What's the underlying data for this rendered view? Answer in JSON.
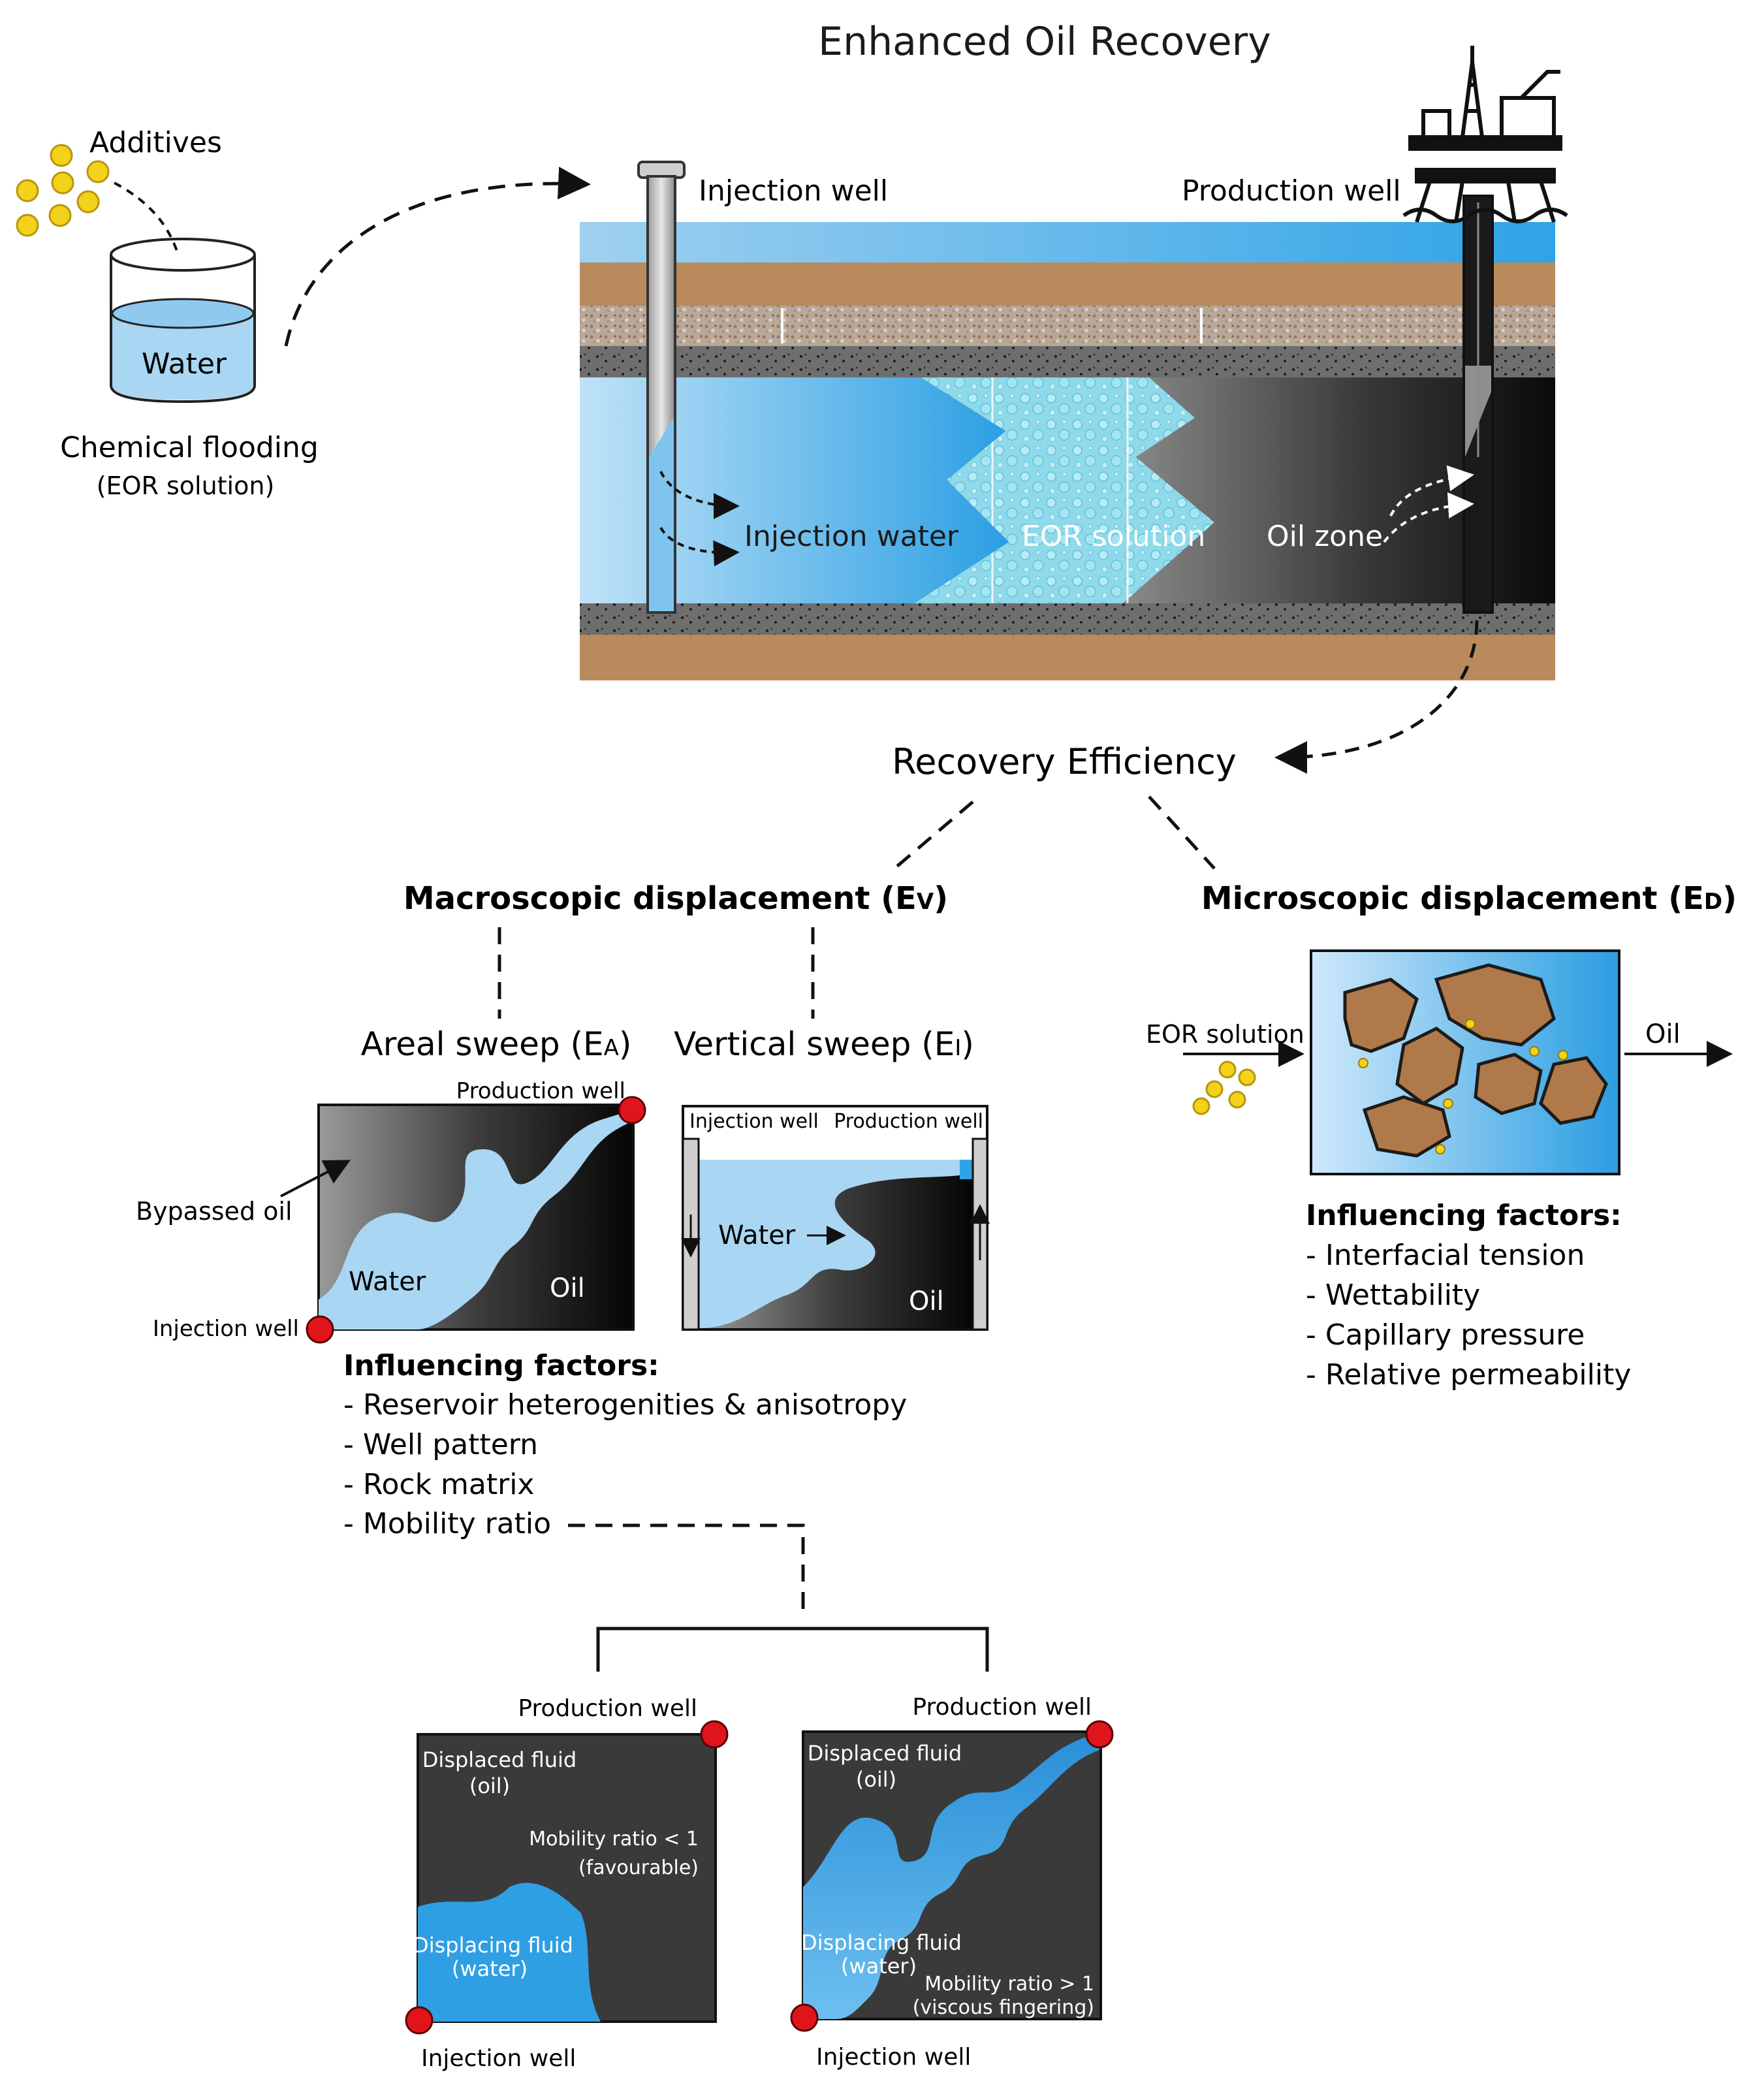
{
  "title": "Enhanced Oil Recovery",
  "top": {
    "additives": "Additives",
    "water": "Water",
    "chemical_flooding": "Chemical flooding",
    "eor_solution_paren": "(EOR solution)",
    "injection_well": "Injection well",
    "production_well": "Production well",
    "injection_water": "Injection water",
    "eor_solution": "EOR solution",
    "oil_zone": "Oil zone"
  },
  "recovery_efficiency": "Recovery Efficiency",
  "macro": {
    "title_main": "Macroscopic displacement (E",
    "title_sub": "V",
    "title_close": ")",
    "areal_main": "Areal sweep (E",
    "areal_sub": "A",
    "areal_close": ")",
    "vertical_main": "Vertical sweep (E",
    "vertical_sub": "I",
    "vertical_close": ")",
    "areal_panel": {
      "production_well": "Production well",
      "injection_well": "Injection well",
      "bypassed_oil": "Bypassed oil",
      "water": "Water",
      "oil": "Oil"
    },
    "vertical_panel": {
      "injection_well": "Injection well",
      "production_well": "Production well",
      "water": "Water",
      "oil": "Oil"
    },
    "factors_title": "Influencing factors:",
    "factors": [
      "- Reservoir heterogenities & anisotropy",
      "- Well pattern",
      "- Rock matrix",
      "- Mobility ratio"
    ]
  },
  "micro": {
    "title_main": "Microscopic displacement (E",
    "title_sub": "D",
    "title_close": ")",
    "eor_solution": "EOR solution",
    "oil": "Oil",
    "factors_title": "Influencing factors:",
    "factors": [
      "- Interfacial tension",
      "- Wettability",
      "- Capillary pressure",
      "- Relative permeability"
    ]
  },
  "mobility": {
    "left": {
      "production_well": "Production well",
      "injection_well": "Injection well",
      "displaced_1": "Displaced fluid",
      "displaced_2": "(oil)",
      "ratio_1": "Mobility ratio < 1",
      "ratio_2": "(favourable)",
      "displacing_1": "Displacing fluid",
      "displacing_2": "(water)"
    },
    "right": {
      "production_well": "Production well",
      "injection_well": "Injection well",
      "displaced_1": "Displaced fluid",
      "displaced_2": "(oil)",
      "ratio_1": "Mobility ratio > 1",
      "ratio_2": "(viscous fingering)",
      "displacing_1": "Displacing fluid",
      "displacing_2": "(water)"
    }
  },
  "colors": {
    "water_light": "#a9d6f2",
    "water_blue": "#2a9be0",
    "eor_cyan": "#7fd3e6",
    "oil_dark": "#151515",
    "rock_brown": "#b98a5c",
    "grey_layer": "#6b6b6b",
    "well_red": "#e0151b",
    "additive_yellow": "#f2d21a"
  }
}
